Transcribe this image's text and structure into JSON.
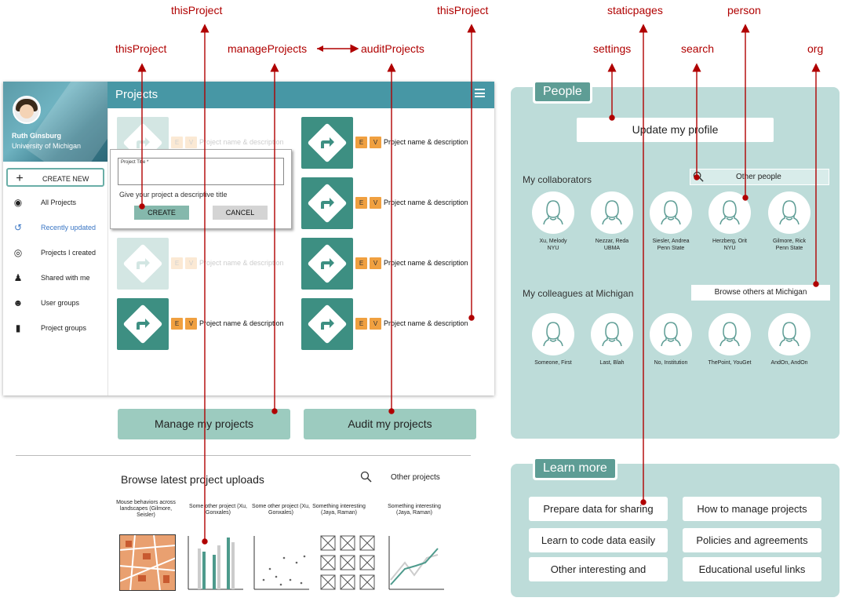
{
  "annotations": {
    "this_project_top_left": "thisProject",
    "this_project_top_right": "thisProject",
    "this_project_mid": "thisProject",
    "manage_projects": "manageProjects",
    "audit_projects": "auditProjects",
    "staticpages": "staticpages",
    "person": "person",
    "settings": "settings",
    "search": "search",
    "org": "org"
  },
  "app": {
    "title": "Projects",
    "user": {
      "name": "Ruth Ginsburg",
      "org": "University of Michigan"
    },
    "nav": [
      {
        "label": "CREATE NEW",
        "icon": "plus-icon"
      },
      {
        "label": "All Projects",
        "icon": "globe-icon"
      },
      {
        "label": "Recently updated",
        "icon": "history-icon"
      },
      {
        "label": "Projects I created",
        "icon": "fingerprint-icon"
      },
      {
        "label": "Shared with me",
        "icon": "people-icon"
      },
      {
        "label": "User groups",
        "icon": "group-icon"
      },
      {
        "label": "Project groups",
        "icon": "bookmark-icon"
      }
    ],
    "badges": {
      "e": "E",
      "v": "V"
    },
    "project_text": "Project name & description",
    "dialog": {
      "field_label": "Project Title *",
      "hint": "Give your project a descriptive title",
      "create": "CREATE",
      "cancel": "CANCEL"
    }
  },
  "buttons": {
    "manage": "Manage my projects",
    "audit": "Audit my projects"
  },
  "browse": {
    "title": "Browse latest project uploads",
    "other": "Other projects",
    "uploads": [
      {
        "caption": "Mouse behaviors across landscapes (Gilmore, Seisler)"
      },
      {
        "caption": "Some other project (Xu, Gonxales)"
      },
      {
        "caption": "Some other project (Xu, Gonxales)"
      },
      {
        "caption": "Something interesting (Jaya, Raman)"
      },
      {
        "caption": "Something interesting (Jaya, Raman)"
      }
    ]
  },
  "people": {
    "tab": "People",
    "update_profile": "Update my profile",
    "collaborators_title": "My collaborators",
    "other_people": "Other people",
    "collaborators": [
      {
        "name": "Xu, Melody",
        "org": "NYU"
      },
      {
        "name": "Nezzar, Reda",
        "org": "UBMA"
      },
      {
        "name": "Siesler, Andrea",
        "org": "Penn State"
      },
      {
        "name": "Herzberg, Orit",
        "org": "NYU"
      },
      {
        "name": "Gilmore, Rick",
        "org": "Penn State"
      }
    ],
    "colleagues_title": "My colleagues at Michigan",
    "browse_others": "Browse others at Michigan",
    "colleagues": [
      {
        "name": "Someone, First"
      },
      {
        "name": "Last, Blah"
      },
      {
        "name": "No, Institution"
      },
      {
        "name": "ThePoint, YouGet"
      },
      {
        "name": "AndOn, AndOn"
      }
    ]
  },
  "learn": {
    "tab": "Learn more",
    "links": [
      "Prepare data for sharing",
      "How to manage projects",
      "Learn to code data easily",
      "Policies and agreements",
      "Other interesting and",
      "Educational useful links"
    ]
  },
  "colors": {
    "accent": "#4797a5",
    "teal": "#3d8f82",
    "panel": "#bddcd9",
    "badge": "#f0a040",
    "annotation": "#b00000"
  }
}
